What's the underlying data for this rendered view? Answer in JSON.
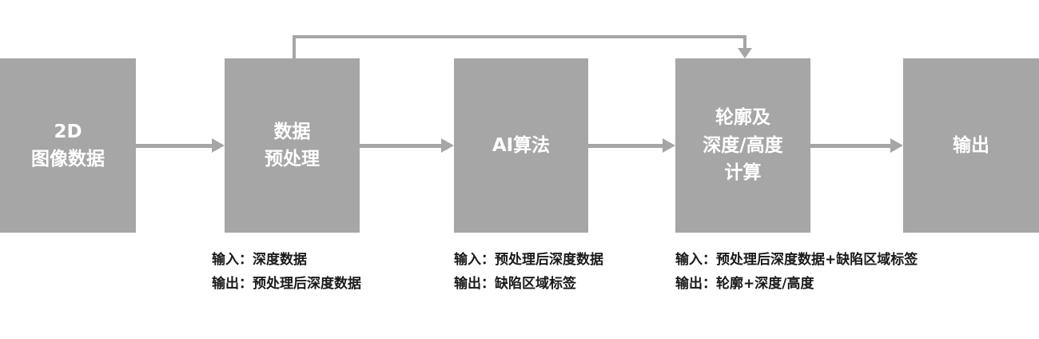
{
  "boxes": [
    {
      "label": "2D\n图像数据"
    },
    {
      "label": "数据\n预处理"
    },
    {
      "label": "AI算法"
    },
    {
      "label": "轮廓及\n深度/高度\n计算"
    },
    {
      "label": "输出"
    }
  ],
  "annotations": [
    {
      "input": "输入：深度数据",
      "output": "输出：预处理后深度数据"
    },
    {
      "input": "输入：预处理后深度数据",
      "output": "输出：缺陷区域标签"
    },
    {
      "input": "输入：预处理后深度数据+缺陷区域标签",
      "output": "输出：轮廓+深度/高度"
    }
  ],
  "colors": {
    "background": "#ffffff",
    "box_bg": "#a6a6a6",
    "box_text": "#ffffff",
    "arrow": "#a6a6a6",
    "annotation_text": "#1a1a1a"
  }
}
